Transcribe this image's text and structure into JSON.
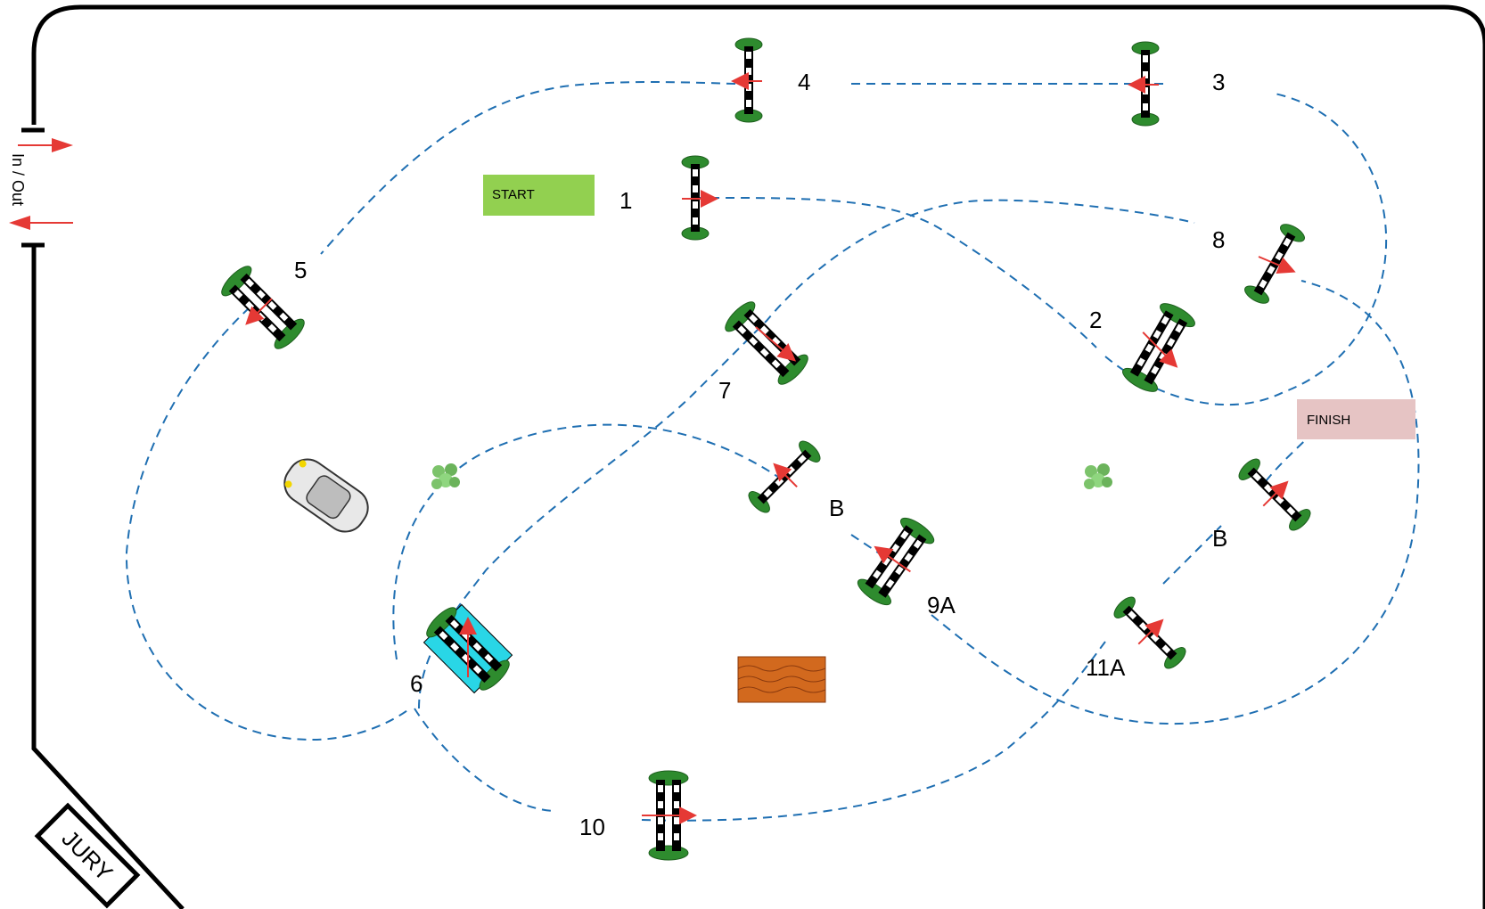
{
  "arena": {
    "entrance_label": "In / Out",
    "jury_label": "JURY"
  },
  "markers": {
    "start": "START",
    "finish": "FINISH"
  },
  "jump_labels": [
    {
      "id": "1",
      "text": "1"
    },
    {
      "id": "2",
      "text": "2"
    },
    {
      "id": "3",
      "text": "3"
    },
    {
      "id": "4",
      "text": "4"
    },
    {
      "id": "5",
      "text": "5"
    },
    {
      "id": "6",
      "text": "6"
    },
    {
      "id": "7",
      "text": "7"
    },
    {
      "id": "8",
      "text": "8"
    },
    {
      "id": "9A",
      "text": "9A"
    },
    {
      "id": "9B",
      "text": "B"
    },
    {
      "id": "10",
      "text": "10"
    },
    {
      "id": "11A",
      "text": "11A"
    },
    {
      "id": "11B",
      "text": "B"
    }
  ],
  "colors": {
    "start_fill": "#92d050",
    "finish_fill": "#e6c4c4",
    "water_fill": "#29d6e6",
    "path_stroke": "#1f6fb2",
    "arrow": "#e53935",
    "foliage": "#2e8b2e",
    "brick": "#d2691e"
  },
  "icons": [
    "car-icon",
    "shrub-icon",
    "brick-wall-icon",
    "in-arrow-icon",
    "out-arrow-icon"
  ]
}
